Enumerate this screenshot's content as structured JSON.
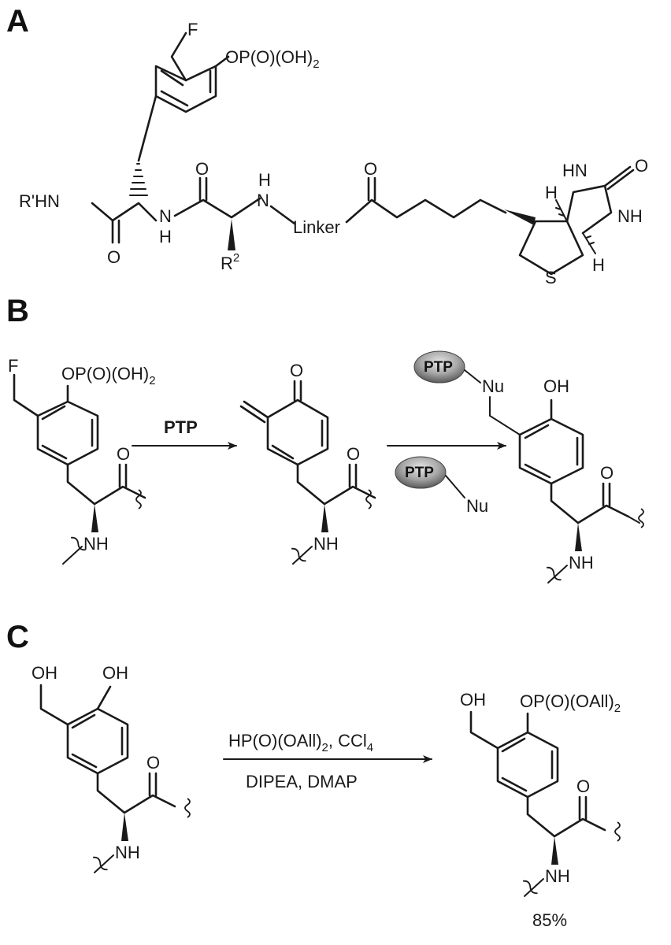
{
  "panels": {
    "a": "A",
    "b": "B",
    "c": "C"
  },
  "panel_a": {
    "f_label": "F",
    "phosphate": "OP(O)(OH)",
    "phosphate_sub": "2",
    "rhn": "R'HN",
    "amide_o1": "O",
    "nh1_n": "N",
    "nh1_h": "H",
    "amide_o2": "O",
    "nh2_h": "H",
    "nh2_n": "N",
    "r2": "R",
    "r2_sup": "2",
    "linker": "Linker",
    "ketone_o": "O",
    "h_top": "H",
    "hn_top": "HN",
    "urea_o": "O",
    "nh_right": "NH",
    "s": "S",
    "h_bottom": "H"
  },
  "panel_b": {
    "f_label": "F",
    "phosphate": "OP(O)(OH)",
    "phosphate_sub": "2",
    "carbonyl_o1": "O",
    "nh1": "NH",
    "arrow1_label": "PTP",
    "quinone_o": "O",
    "carbonyl_o2": "O",
    "nh2": "NH",
    "ptp_top": "PTP",
    "nu_top": "Nu",
    "ptp_bottom": "PTP",
    "nu_bottom": "Nu",
    "oh": "OH",
    "carbonyl_o3": "O",
    "nh3": "NH"
  },
  "panel_c": {
    "oh_left1": "OH",
    "oh_left2": "OH",
    "carbonyl_o1": "O",
    "nh1": "NH",
    "reagent_line1": "HP(O)(OAll)",
    "reagent_line1_sub": "2",
    "reagent_line1_rest": ", CCl",
    "reagent_line1_sub2": "4",
    "reagent_line2": "DIPEA, DMAP",
    "oh_right": "OH",
    "phosphate_allyl": "OP(O)(OAll)",
    "phosphate_allyl_sub": "2",
    "carbonyl_o2": "O",
    "nh2": "NH",
    "yield": "85%"
  }
}
